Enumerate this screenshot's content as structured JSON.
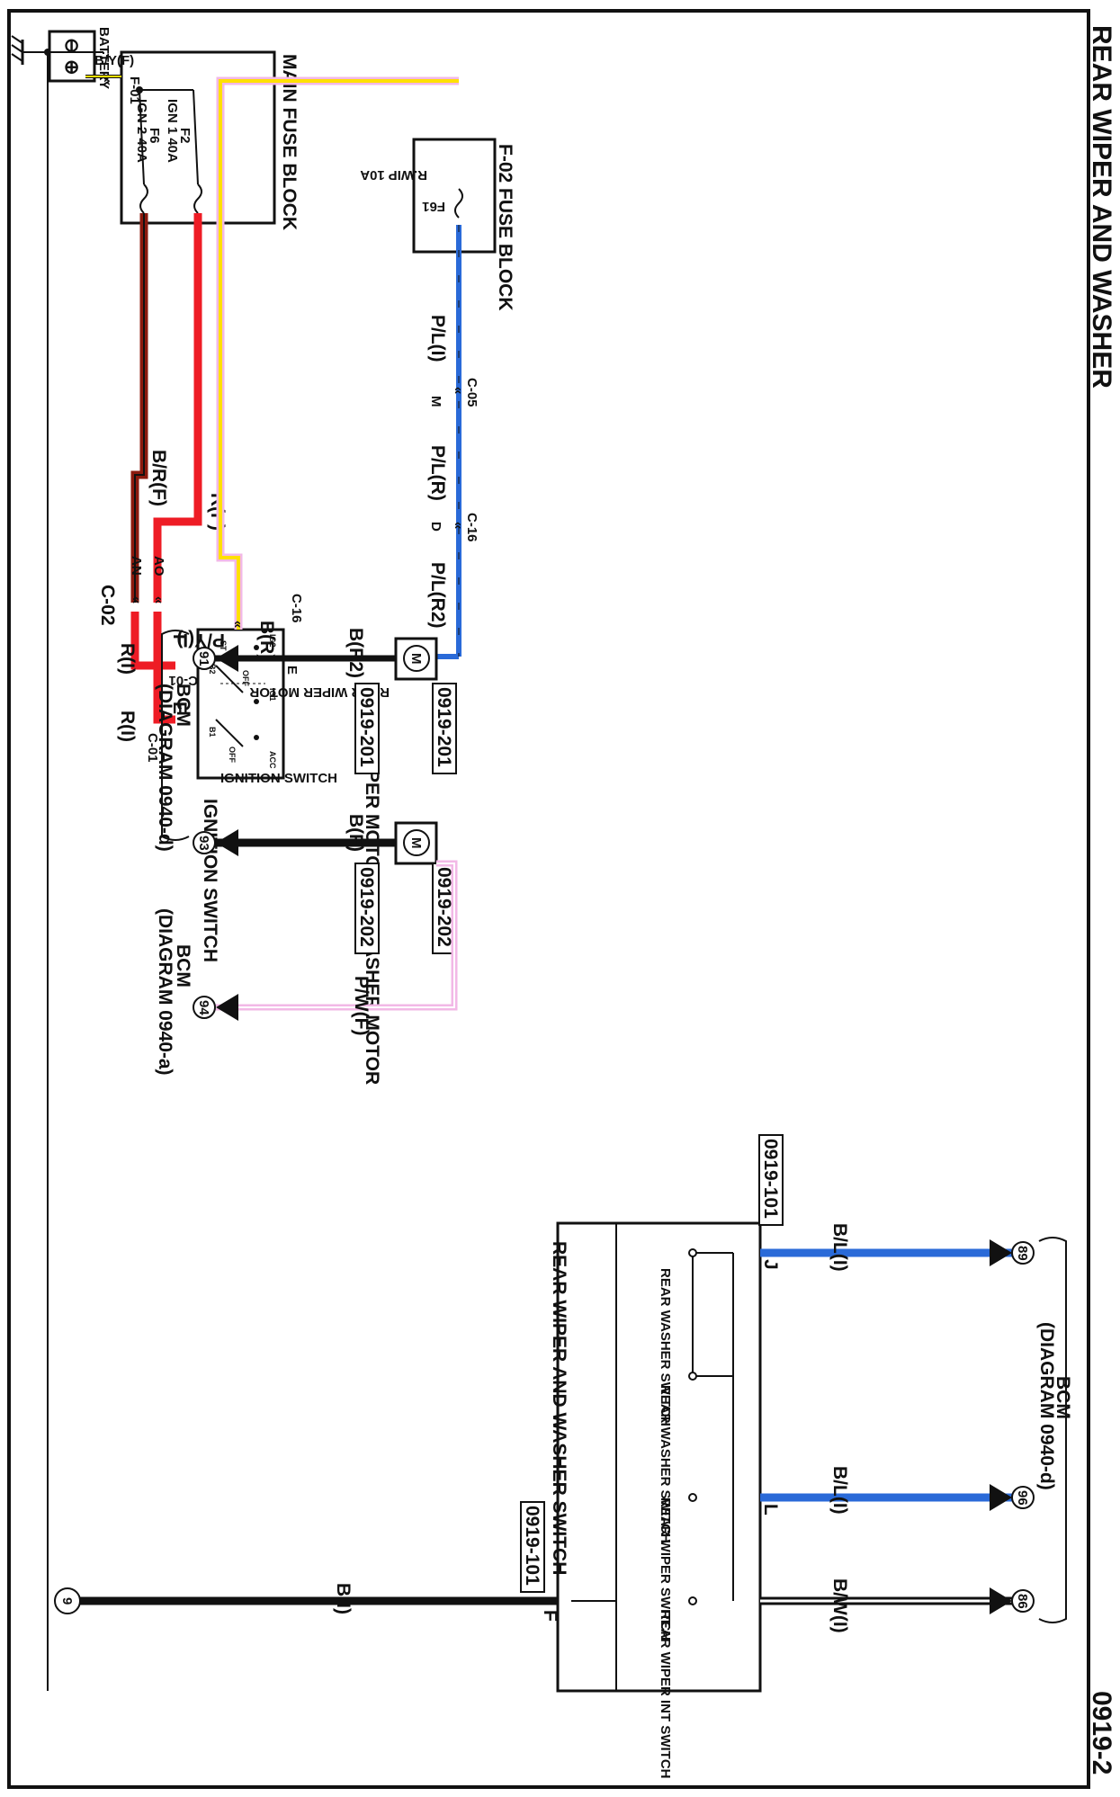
{
  "title": "REAR WIPER AND WASHER",
  "page_number": "0919-2",
  "battery": {
    "label": "BATTERY",
    "minus": "⊖",
    "plus": "⊕"
  },
  "main_fuse_block": {
    "label": "MAIN FUSE BLOCK",
    "fuse_ign2": "IGN 2 40A",
    "fuse_ign2_id": "F6",
    "fuse_ign1": "IGN 1 40A",
    "fuse_ign1_id": "F2"
  },
  "fuse_block_f02": {
    "label": "F-02  FUSE BLOCK",
    "fuse": "R.WIP 10A",
    "fuse_id": "F61"
  },
  "ignition_switch": {
    "label": "IGNITION SWITCH",
    "terminals": {
      "b1": "B1",
      "b2": "B2",
      "ig1": "IG1",
      "ig2": "IG2",
      "st": "ST",
      "acc": "ACC",
      "off": "OFF"
    }
  },
  "wires": {
    "by_f": "B/Y(F)",
    "br_f": "B/R(F)",
    "r_f": "R(F)",
    "r_i_1": "R(I)",
    "r_i_2": "R(I)",
    "py_i": "P/Y(I)",
    "pl_i": "P/L(I)",
    "pl_r": "P/L(R)",
    "pl_r2": "P/L(R2)",
    "b_r2": "B(R2)",
    "b_r": "B(R)",
    "b_f": "B(F)",
    "pw_f": "P/W(F)",
    "bl_i_1": "B/L(I)",
    "bl_i_2": "B/L(I)",
    "bw_i": "B/W(I)",
    "b_i": "B(I)"
  },
  "connectors": {
    "f01": "F-01",
    "c02": "C-02",
    "c01_a": "C-01",
    "c01_b": "C-01",
    "c05": "C-05",
    "c16_a": "C-16",
    "c16_b": "C-16"
  },
  "pins": {
    "an": "AN",
    "ao": "AO",
    "f": "F",
    "e": "E",
    "m": "M",
    "d": "D",
    "e2": "E",
    "j": "J",
    "l": "L",
    "f2": "F"
  },
  "components": {
    "rear_wiper_motor": "REAR WIPER MOTOR",
    "rear_washer_motor": "REAR WASHER MOTOR",
    "motor_symbol": "M",
    "rear_wiper_washer_switch": "REAR WIPER AND WASHER SWITCH",
    "sw_rear_washer_1": "REAR WASHER SWITCH",
    "sw_rear_washer_2": "REAR WASHER SWITCH",
    "sw_rear_wiper": "REAR WIPER SWITCH",
    "sw_rear_wiper_int": "REAR WIPER INT SWITCH"
  },
  "ref_codes": {
    "wiper_top": "0919-201",
    "wiper_bottom": "0919-201",
    "washer_top": "0919-202",
    "washer_bottom": "0919-202",
    "switch_top": "0919-101",
    "switch_bottom": "0919-101"
  },
  "bcm_refs": {
    "bcm_left_1_name": "BCM",
    "bcm_left_1_diagram": "(DIAGRAM 0940-d)",
    "bcm_left_2_name": "BCM",
    "bcm_left_2_diagram": "(DIAGRAM 0940-a)",
    "bcm_right_name": "BCM",
    "bcm_right_diagram": "(DIAGRAM 0940-d)",
    "pin_91": "91",
    "pin_93": "93",
    "pin_94": "94",
    "pin_89": "89",
    "pin_96": "96",
    "pin_86": "86"
  },
  "ground": {
    "number": "9"
  },
  "colors": {
    "black": "#111111",
    "red": "#ee1c25",
    "dark_red": "#8b1a0e",
    "yellow": "#ffe000",
    "pink": "#f2b8e6",
    "blue": "#2a6ad8",
    "white": "#ffffff"
  }
}
